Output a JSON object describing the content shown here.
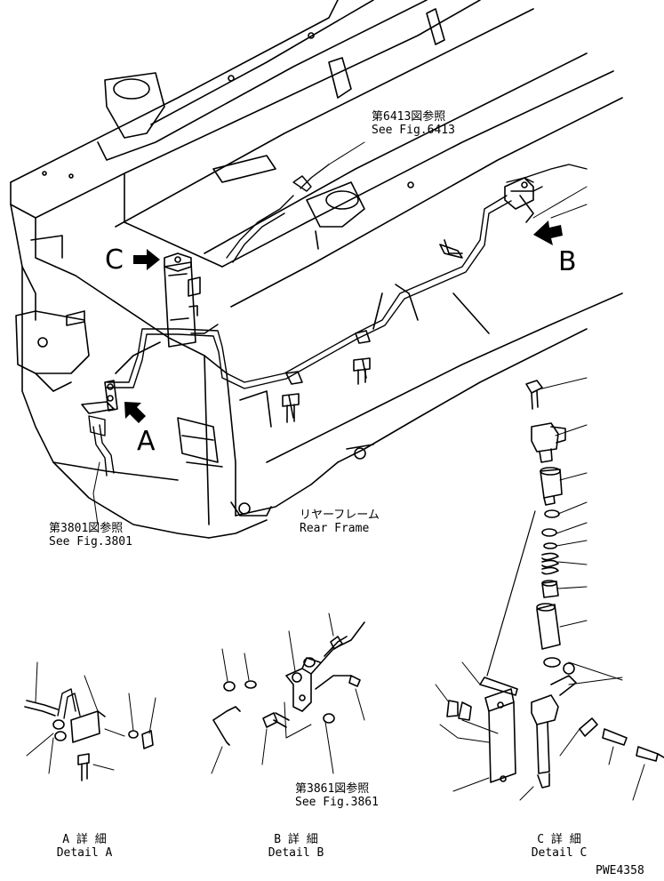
{
  "references": {
    "fig6413": {
      "jp": "第6413図参照",
      "en": "See Fig.6413"
    },
    "fig3801": {
      "jp": "第3801図参照",
      "en": "See Fig.3801"
    },
    "fig3861": {
      "jp": "第3861図参照",
      "en": "See Fig.3861"
    }
  },
  "frame_label": {
    "jp": "リヤーフレーム",
    "en": "Rear Frame"
  },
  "view_letters": {
    "a": "A",
    "b": "B",
    "c": "C"
  },
  "details": {
    "a": {
      "jp": "A 詳 細",
      "en": "Detail A"
    },
    "b": {
      "jp": "B 詳 細",
      "en": "Detail B"
    },
    "c": {
      "jp": "C 詳 細",
      "en": "Detail C"
    }
  },
  "drawing_code": "PWE4358"
}
